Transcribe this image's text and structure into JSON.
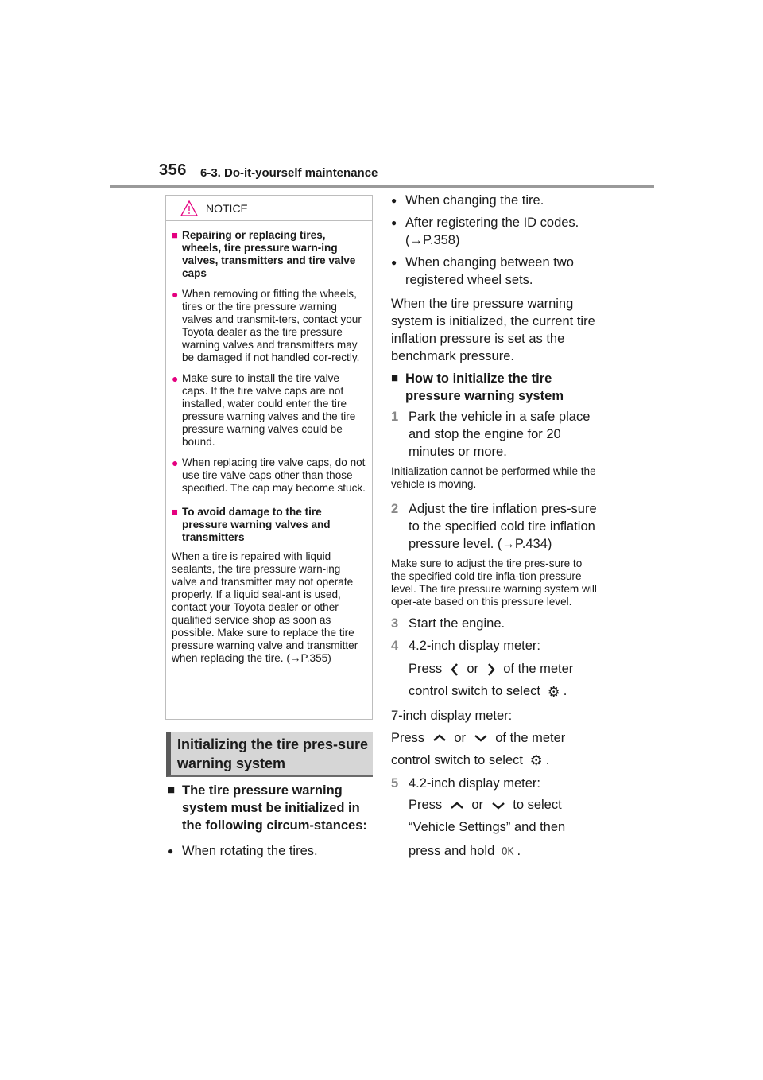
{
  "header": {
    "page_number": "356",
    "section": "6-3. Do-it-yourself maintenance"
  },
  "notice": {
    "label": "NOTICE",
    "sub1": "Repairing or replacing tires, wheels, tire pressure warn-ing valves, transmitters and tire valve caps",
    "item1": "When removing or fitting the wheels, tires or the tire pressure warning valves and transmit-ters, contact your Toyota dealer as the tire pressure warning valves and transmitters may be damaged if not handled cor-rectly.",
    "item2": "Make sure to install the tire valve caps. If the tire valve caps are not installed, water could enter the tire pressure warning valves and the tire pressure warning valves could be bound.",
    "item3": "When replacing tire valve caps, do not use tire valve caps other than those specified. The cap may become stuck.",
    "sub2": "To avoid damage to the tire pressure warning valves and transmitters",
    "plain": "When a tire is repaired with liquid sealants, the tire pressure warn-ing valve and transmitter may not operate properly. If a liquid seal-ant is used, contact your Toyota dealer or other qualified service shop as soon as possible. Make sure to replace the tire pressure warning valve and transmitter when replacing the tire. (→P.355)"
  },
  "banner": {
    "title": "Initializing the tire pres-sure warning system"
  },
  "left": {
    "heading": "The tire pressure warning system must be initialized in the following circum-stances:",
    "bullet1": "When rotating the tires."
  },
  "right": {
    "bullet2": "When changing the tire.",
    "bullet3": "After registering the ID codes. (→P.358)",
    "bullet4": "When changing between two registered wheel sets.",
    "para1": "When the tire pressure warning system is initialized, the current tire inflation pressure is set as the benchmark pressure.",
    "heading2": "How to initialize the tire pressure warning system",
    "step1_num": "1",
    "step1": "Park the vehicle in a safe place and stop the engine for 20 minutes or more.",
    "step1_note": "Initialization cannot be performed while the vehicle is moving.",
    "step2_num": "2",
    "step2": "Adjust the tire inflation pres-sure to the specified cold tire inflation pressure level. (→P.434)",
    "step2_note": "Make sure to adjust the tire pres-sure to the specified cold tire infla-tion pressure level. The tire pressure warning system will oper-ate based on this pressure level.",
    "step3_num": "3",
    "step3": "Start the engine.",
    "step4_num": "4",
    "step4_a": "4.2-inch display meter:",
    "step4_press": "Press",
    "or": "or",
    "step4_b": "of the meter",
    "step4_c": "control switch to select",
    "meter7": "7-inch display meter:",
    "press": "Press",
    "of_meter": "of the meter",
    "control_select": "control switch to select",
    "step5_num": "5",
    "step5_a": "4.2-inch display meter:",
    "step5_b": "to select",
    "step5_c": "“Vehicle Settings” and then",
    "step5_d": "press and hold",
    "ok": "OK"
  },
  "colors": {
    "accent": "#e4007f",
    "banner_bg": "#d6d6d6"
  }
}
